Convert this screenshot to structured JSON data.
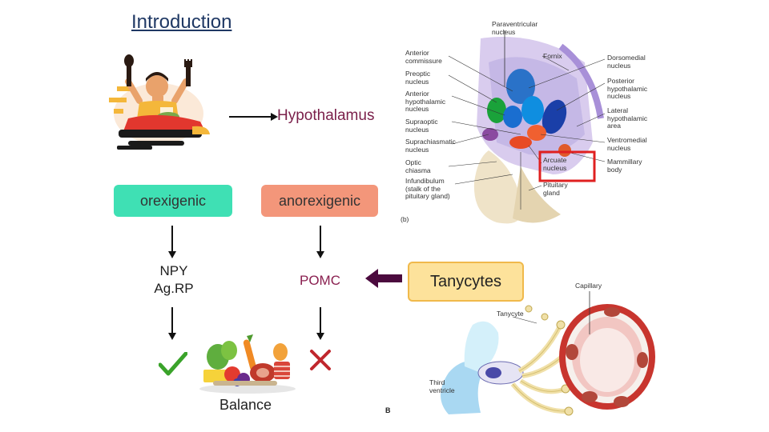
{
  "slide": {
    "title": "Introduction",
    "hypothalamus_label": "Hypothalamus",
    "orexigenic": "orexigenic",
    "anorexigenic": "anorexigenic",
    "npy_line1": "NPY",
    "npy_line2": "Ag.RP",
    "pomc": "POMC",
    "tanycytes": "Tanycytes",
    "balance": "Balance"
  },
  "hypothalamus_diagram": {
    "labels": {
      "paraventricular": [
        "Paraventricular",
        "nucleus"
      ],
      "anterior_commissure": [
        "Anterior",
        "commissure"
      ],
      "preoptic": [
        "Preoptic",
        "nucleus"
      ],
      "anterior_hypothalamic": [
        "Anterior",
        "hypothalamic",
        "nucleus"
      ],
      "supraoptic": [
        "Supraoptic",
        "nucleus"
      ],
      "suprachiasmatic": [
        "Suprachiasmatic",
        "nucleus"
      ],
      "optic_chiasma": [
        "Optic",
        "chiasma"
      ],
      "infundibulum": [
        "Infundibulum",
        "(stalk of the",
        "pituitary gland)"
      ],
      "fornix": [
        "Fornix"
      ],
      "dorsomedial": [
        "Dorsomedial",
        "nucleus"
      ],
      "posterior_hypothalamic": [
        "Posterior",
        "hypothalamic",
        "nucleus"
      ],
      "lateral_hypothalamic": [
        "Lateral",
        "hypothalamic",
        "area"
      ],
      "ventromedial": [
        "Ventromedial",
        "nucleus"
      ],
      "mammillary": [
        "Mammillary",
        "body"
      ],
      "arcuate": [
        "Arcuate",
        "nucleus"
      ],
      "pituitary": [
        "Pituitary",
        "gland"
      ]
    },
    "panel_label": "(b)"
  },
  "tanycyte_diagram": {
    "capillary": "Capillary",
    "tanycyte": "Tanycyte",
    "third_ventricle": [
      "Third",
      "ventricle"
    ],
    "panel_label": "B"
  },
  "colors": {
    "title": "#1f3864",
    "hypothalamus_text": "#7a1f4a",
    "orexigenic_bg": "#3fe0b4",
    "anorexigenic_bg": "#f3967a",
    "tanycytes_bg": "#fde29b",
    "arrow_to_pomc": "#4b0a3e",
    "check": "#3aa32a",
    "cross": "#c0272d",
    "arcuate_box": "#e02020"
  },
  "icons": [
    "eating-man-icon",
    "food-icon",
    "check-icon",
    "cross-icon"
  ]
}
